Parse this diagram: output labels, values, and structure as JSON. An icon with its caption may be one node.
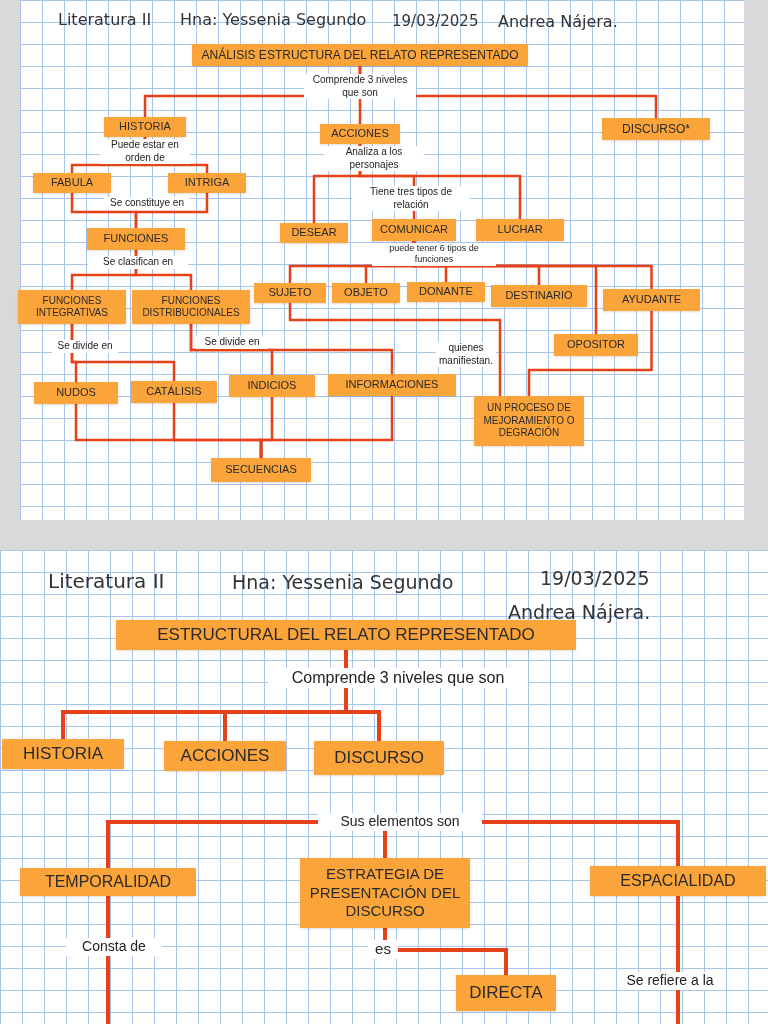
{
  "diagram": {
    "nodes": [
      {
        "text": [
          "ANÁLISIS ESTRUCTURA DEL RELATO REPRESENTADO"
        ]
      },
      {
        "text": [
          "HISTORIA"
        ]
      },
      {
        "text": [
          "ACCIONES"
        ]
      },
      {
        "text": [
          "DISCURSO*"
        ]
      },
      {
        "text": [
          "FABULA"
        ]
      },
      {
        "text": [
          "INTRIGA"
        ]
      },
      {
        "text": [
          "FUNCIONES"
        ]
      },
      {
        "text": [
          "DESEAR"
        ]
      },
      {
        "text": [
          "COMUNICAR"
        ]
      },
      {
        "text": [
          "LUCHAR"
        ]
      },
      {
        "text": [
          "FUNCIONES INTEGRATIVAS"
        ]
      },
      {
        "text": [
          "FUNCIONES DISTRIBUCIONALES"
        ]
      },
      {
        "text": [
          "SUJETO"
        ]
      },
      {
        "text": [
          "OBJETO"
        ]
      },
      {
        "text": [
          "DONANTE"
        ]
      },
      {
        "text": [
          "DESTINARIO"
        ]
      },
      {
        "text": [
          "AYUDANTE"
        ]
      },
      {
        "text": [
          "OPOSITOR"
        ]
      },
      {
        "text": [
          "NUDOS"
        ]
      },
      {
        "text": [
          "CATÁLISIS"
        ]
      },
      {
        "text": [
          "INDICIOS"
        ]
      },
      {
        "text": [
          "INFORMACIONES"
        ]
      },
      {
        "text": [
          "UN PROCESO DE MEJORAMIENTO O DEGRACIÓN"
        ]
      },
      {
        "text": [
          "SECUENCIAS"
        ]
      },
      {
        "text": [
          "ESTRUCTURAL DEL RELATO REPRESENTADO"
        ]
      },
      {
        "text": [
          "HISTORIA"
        ]
      },
      {
        "text": [
          "ACCIONES"
        ]
      },
      {
        "text": [
          "DISCURSO"
        ]
      },
      {
        "text": [
          "TEMPORALIDAD"
        ]
      },
      {
        "text": [
          "ESTRATEGIA DE PRESENTACIÓN DEL DISCURSO"
        ]
      },
      {
        "text": [
          "ESPACIALIDAD"
        ]
      },
      {
        "text": [
          "DIRECTA"
        ]
      }
    ],
    "edges": [
      {
        "from": 0,
        "to": 1,
        "arrow": "none"
      },
      {
        "from": 0,
        "to": 2,
        "arrow": "none",
        "label": "Comprende 3 niveles que son"
      },
      {
        "from": 0,
        "to": 3,
        "arrow": "none"
      },
      {
        "from": 1,
        "to": 4,
        "arrow": "none",
        "label": "Puede estar en orden de"
      },
      {
        "from": 1,
        "to": 5,
        "arrow": "none"
      },
      {
        "from": 4,
        "to": 6,
        "arrow": "none",
        "label": "Se constituye en"
      },
      {
        "from": 5,
        "to": 6,
        "arrow": "none"
      },
      {
        "from": 2,
        "to": 7,
        "arrow": "none",
        "label": "Analiza a los personajes"
      },
      {
        "from": 2,
        "to": 8,
        "arrow": "none",
        "label": "Tiene tres tipos de relación"
      },
      {
        "from": 2,
        "to": 9,
        "arrow": "none"
      },
      {
        "from": 6,
        "to": 10,
        "arrow": "none",
        "label": "Se clasifican en"
      },
      {
        "from": 6,
        "to": 11,
        "arrow": "none"
      },
      {
        "from": 8,
        "to": 12,
        "arrow": "none"
      },
      {
        "from": 8,
        "to": 13,
        "arrow": "none"
      },
      {
        "from": 8,
        "to": 14,
        "arrow": "none",
        "label": "puede tener 6 tipos de funciones"
      },
      {
        "from": 8,
        "to": 15,
        "arrow": "none"
      },
      {
        "from": 8,
        "to": 16,
        "arrow": "none"
      },
      {
        "from": 8,
        "to": 17,
        "arrow": "none"
      },
      {
        "from": 10,
        "to": 18,
        "arrow": "none",
        "label": "Se divide en"
      },
      {
        "from": 10,
        "to": 19,
        "arrow": "none"
      },
      {
        "from": 11,
        "to": 20,
        "arrow": "none",
        "label": "Se divide en"
      },
      {
        "from": 11,
        "to": 21,
        "arrow": "none"
      },
      {
        "from": 12,
        "to": 22,
        "arrow": "none",
        "label": "quienes manifiestan."
      },
      {
        "from": 16,
        "to": 22,
        "arrow": "none"
      },
      {
        "from": 18,
        "to": 23,
        "arrow": "none"
      },
      {
        "from": 19,
        "to": 23,
        "arrow": "none"
      },
      {
        "from": 20,
        "to": 23,
        "arrow": "none"
      },
      {
        "from": 21,
        "to": 23,
        "arrow": "none"
      },
      {
        "from": 24,
        "to": 25,
        "arrow": "none"
      },
      {
        "from": 24,
        "to": 26,
        "arrow": "none"
      },
      {
        "from": 24,
        "to": 27,
        "arrow": "none",
        "label": "Comprende 3 niveles que son"
      },
      {
        "from": null,
        "to": 28,
        "arrow": "none"
      },
      {
        "from": null,
        "to": 29,
        "arrow": "none",
        "label": "Sus elementos son"
      },
      {
        "from": null,
        "to": 30,
        "arrow": "none"
      },
      {
        "from": 29,
        "to": 31,
        "arrow": "none",
        "label": "es"
      },
      {
        "from": 28,
        "to": null,
        "arrow": "none",
        "label": "Consta de"
      },
      {
        "from": 30,
        "to": null,
        "arrow": "none",
        "label": "Se refiere a la"
      }
    ],
    "labels": [
      "Literatura II",
      "Hna: Yessenia Segundo",
      "19/03/2025",
      "Andrea Nájera.",
      "Literatura II",
      "Hna: Yessenia Segundo",
      "19/03/2025",
      "Andrea Nájera."
    ]
  }
}
